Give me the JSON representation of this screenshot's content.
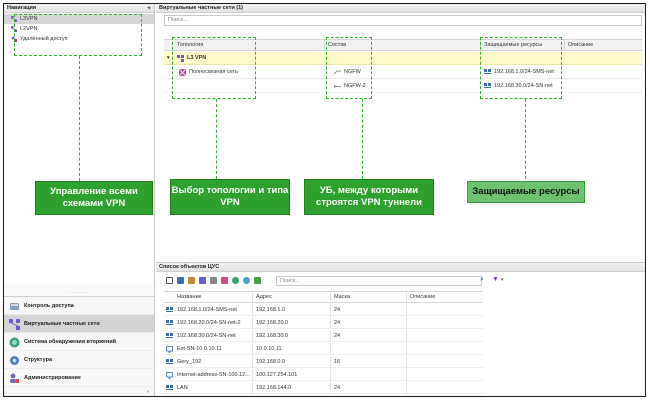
{
  "nav": {
    "title": "Навигация",
    "tree": [
      "L3VPN",
      "L2VPN",
      "Удалённый доступ"
    ],
    "modules": [
      "Контроль доступа",
      "Виртуальные частные сети",
      "Система обнаружения вторжений",
      "Структура",
      "Администрирование"
    ],
    "bottom_glyph": "»"
  },
  "vpn": {
    "title": "Виртуальные частные сети (1)",
    "search_placeholder": "Поиск...",
    "columns": [
      "Топология",
      "Состав",
      "Защищаемые ресурсы",
      "Описание"
    ],
    "group_name": "L3 VPN",
    "topology": "Полносвязная сеть",
    "members": [
      "NGFW",
      "NGFW-2"
    ],
    "resources": [
      "192.168.1.0/24-SMS-net",
      "192.168.30.0/24-SN-net"
    ]
  },
  "annotations": {
    "nav": "Управление всеми схемами VPN",
    "topology": "Выбор топологии и типа VPN",
    "members": "УБ, между которыми строятся VPN туннели",
    "resources": "Защищаемые ресурсы"
  },
  "objects": {
    "title": "Список объектов ЦУС",
    "search_placeholder": "Поиск...",
    "columns": [
      "Название",
      "Адрес",
      "Маска",
      "Описание"
    ],
    "rows": [
      {
        "name": "192.168.1.0/24-SMS-net",
        "address": "192.168.1.0",
        "mask": "24"
      },
      {
        "name": "192.168.20.0/24-SN-net-2",
        "address": "192.168.20.0",
        "mask": "24"
      },
      {
        "name": "192.168.30.0/24-SN-net",
        "address": "192.168.30.0",
        "mask": "24"
      },
      {
        "name": "Ext-SN-10.0.10.11",
        "address": "10.0.10.11",
        "mask": ""
      },
      {
        "name": "Gery_192",
        "address": "192.168.0.0",
        "mask": "16"
      },
      {
        "name": "Internet-address-SN-100.12...",
        "address": "100.127.254.101",
        "mask": ""
      },
      {
        "name": "LAN",
        "address": "192.168.144.0",
        "mask": "24"
      }
    ]
  },
  "colors": {
    "annotation": "#2ea02e",
    "annotation_dash": "#2db52d",
    "group_row": "#fffac8",
    "selected": "#d6d6d6"
  }
}
